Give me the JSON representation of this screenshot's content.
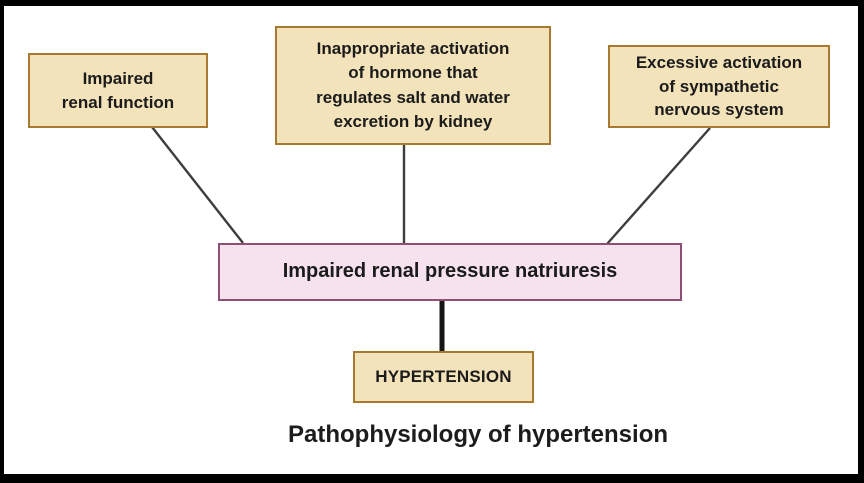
{
  "diagram": {
    "title": "Pathophysiology of hypertension",
    "nodes": {
      "impaired_renal_function": {
        "text": "Impaired\nrenal function"
      },
      "hormone_activation": {
        "text": "Inappropriate activation\nof hormone that\nregulates salt and water\nexcretion by kidney"
      },
      "sympathetic_activation": {
        "text": "Excessive activation\nof sympathetic\nnervous system"
      },
      "pressure_natriuresis": {
        "text": "Impaired renal pressure natriuresis"
      },
      "hypertension": {
        "text": "HYPERTENSION"
      }
    },
    "edges": [
      {
        "from": "impaired_renal_function",
        "to": "pressure_natriuresis"
      },
      {
        "from": "hormone_activation",
        "to": "pressure_natriuresis"
      },
      {
        "from": "sympathetic_activation",
        "to": "pressure_natriuresis"
      },
      {
        "from": "pressure_natriuresis",
        "to": "hypertension"
      }
    ],
    "colors": {
      "cause_box_fill": "#f3e3bb",
      "cause_box_border": "#a87a30",
      "central_box_fill": "#f5e2ee",
      "central_box_border": "#8e4f74",
      "connector_line": "#3d3d3d",
      "emphasis_line": "#151515",
      "text": "#1b1b1b",
      "frame": "#000000",
      "background": "#ffffff"
    }
  }
}
